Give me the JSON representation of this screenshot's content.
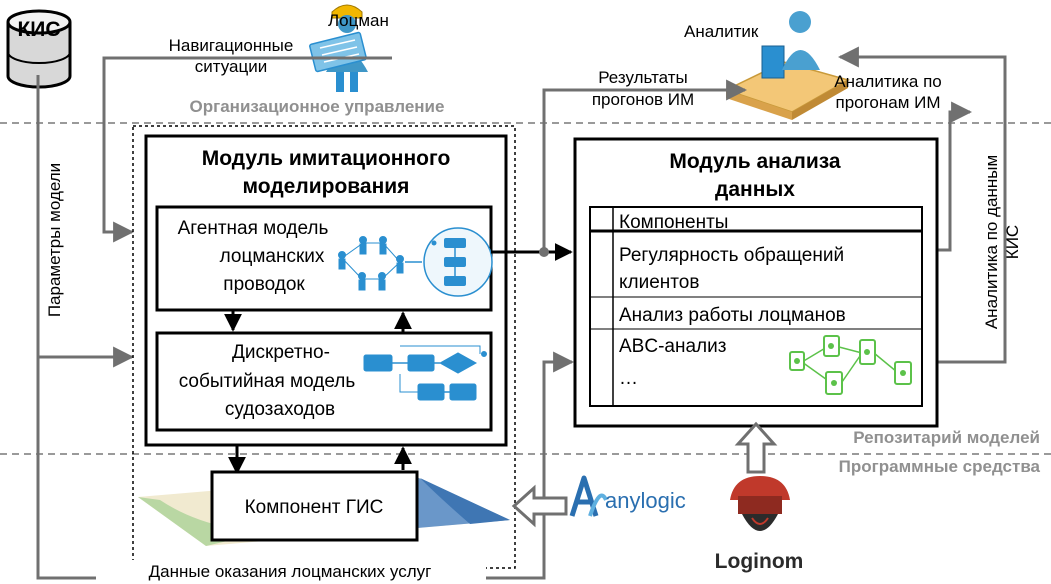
{
  "labels": {
    "kis": "КИС",
    "pilot": "Лоцман",
    "nav_situations_1": "Навигационные",
    "nav_situations_2": "ситуации",
    "analyst": "Аналитик",
    "results_1": "Результаты",
    "results_2": "прогонов ИМ",
    "analytics_runs_1": "Аналитика по",
    "analytics_runs_2": "прогонам ИМ",
    "org_management": "Организационное управление",
    "model_params": "Параметры модели",
    "kis_analytics_1": "Аналитика по данным",
    "kis_analytics_2": "КИС",
    "repo": "Репозитарий моделей",
    "software": "Программные средства",
    "pilot_data": "Данные оказания лоцманских услуг",
    "anylogic": "anylogic",
    "loginom": "Loginom"
  },
  "sim_module": {
    "title_1": "Модуль имитационного",
    "title_2": "моделирования",
    "agent_1": "Агентная модель",
    "agent_2": "лоцманских",
    "agent_3": "проводок",
    "discrete_1": "Дискретно-",
    "discrete_2": "событийная модель",
    "discrete_3": "судозаходов",
    "gis": "Компонент ГИС"
  },
  "analysis_module": {
    "title_1": "Модуль анализа",
    "title_2": "данных",
    "rows": [
      "Компоненты",
      "Регулярность обращений",
      "клиентов",
      "Анализ работы лоцманов",
      "ABC-анализ",
      "…"
    ]
  },
  "colors": {
    "arrow": "#707070",
    "dashed": "#9a9a9a",
    "blue": "#2a8fd0",
    "green": "#5cc24a",
    "red": "#c0392b",
    "label_gray": "#909090"
  }
}
